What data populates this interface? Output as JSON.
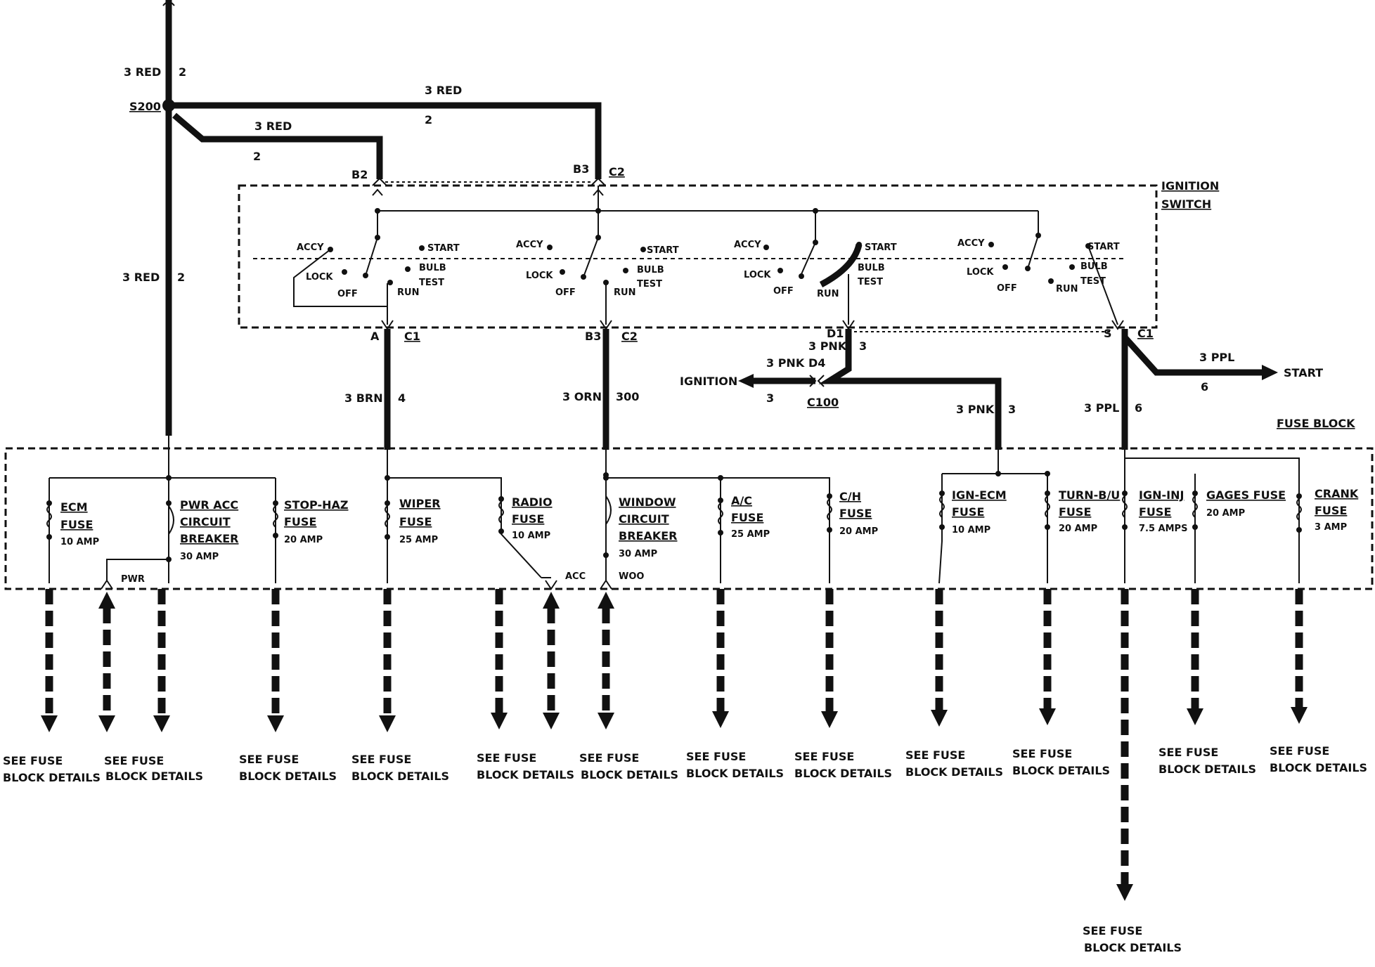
{
  "colors": {
    "ink": "#111111",
    "paper": "#ffffff"
  },
  "wires": {
    "top_left_red": "3 RED",
    "top_left_circuit": "2",
    "splice": "S200",
    "branch_b3_red": "3 RED",
    "branch_b3_circuit": "2",
    "branch_b2_red": "3 RED",
    "branch_b2_circuit": "2",
    "left_down_red": "3 RED",
    "left_down_circuit": "2",
    "a_brn": "3 BRN",
    "a_brn_circuit": "4",
    "b3_orn": "3 ORN",
    "b3_orn_circuit": "300",
    "d1_pnk": "3 PNK",
    "d1_pnk_circuit": "3",
    "ign_pnk": "3 PNK",
    "ign_pnk_circuit": "3",
    "d4": "D4",
    "c100": "C100",
    "ignition": "IGNITION",
    "right_pnk": "3 PNK",
    "right_pnk_circuit": "3",
    "s_ppl": "3 PPL",
    "s_ppl_circuit": "6",
    "start_ppl": "3 PPL",
    "start_ppl_circuit": "6",
    "start": "START"
  },
  "connectors": {
    "b2": "B2",
    "b3_top": "B3",
    "c2_top": "C2",
    "a": "A",
    "c1_a": "C1",
    "b3_bot": "B3",
    "c2_bot": "C2",
    "d1": "D1",
    "s": "S",
    "c1_s": "C1"
  },
  "ignition_switch": {
    "title_1": "IGNITION",
    "title_2": "SWITCH",
    "accy": "ACCY",
    "lock": "LOCK",
    "off": "OFF",
    "run": "RUN",
    "start": "START",
    "bulb": "BULB",
    "test": "TEST"
  },
  "fuse_block": {
    "title": "FUSE BLOCK",
    "fuses": [
      {
        "l1": "ECM",
        "l2": "FUSE",
        "l3": "",
        "rating": "10 AMP"
      },
      {
        "l1": "PWR ACC",
        "l2": "CIRCUIT",
        "l3": "BREAKER",
        "rating": "30 AMP"
      },
      {
        "l1": "STOP-HAZ",
        "l2": "FUSE",
        "l3": "",
        "rating": "20 AMP"
      },
      {
        "l1": "WIPER",
        "l2": "FUSE",
        "l3": "",
        "rating": "25 AMP"
      },
      {
        "l1": "RADIO",
        "l2": "FUSE",
        "l3": "",
        "rating": "10 AMP"
      },
      {
        "l1": "WINDOW",
        "l2": "CIRCUIT",
        "l3": "BREAKER",
        "rating": "30 AMP"
      },
      {
        "l1": "A/C",
        "l2": "FUSE",
        "l3": "",
        "rating": "25 AMP"
      },
      {
        "l1": "C/H",
        "l2": "FUSE",
        "l3": "",
        "rating": "20 AMP"
      },
      {
        "l1": "IGN-ECM",
        "l2": "FUSE",
        "l3": "",
        "rating": "10 AMP"
      },
      {
        "l1": "TURN-B/U",
        "l2": "FUSE",
        "l3": "",
        "rating": "20 AMP"
      },
      {
        "l1": "IGN-INJ",
        "l2": "FUSE",
        "l3": "",
        "rating": "7.5 AMPS"
      },
      {
        "l1": "GAGES FUSE",
        "l2": "",
        "l3": "",
        "rating": "20 AMP"
      },
      {
        "l1": "CRANK",
        "l2": "FUSE",
        "l3": "",
        "rating": "3 AMP"
      }
    ],
    "pwr": "PWR",
    "acc": "ACC",
    "woo": "WOO"
  },
  "footer": {
    "line1": "SEE FUSE",
    "line2": "BLOCK DETAILS"
  }
}
